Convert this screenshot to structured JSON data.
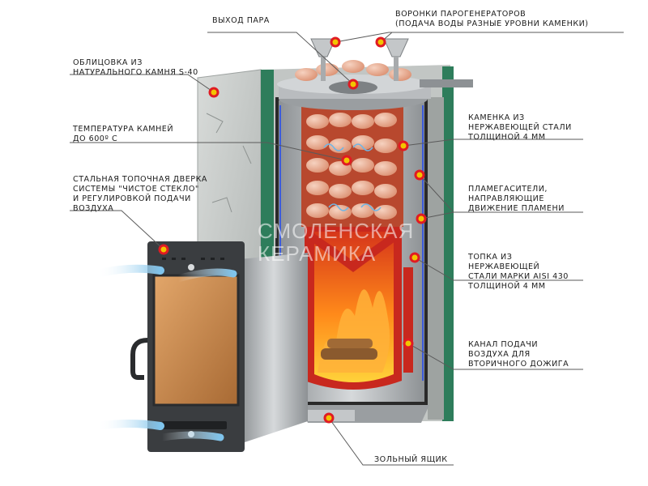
{
  "watermark": "СМОЛЕНСКАЯ КЕРАМИКА",
  "labels": {
    "steam_outlet": [
      "ВЫХОД ПАРА"
    ],
    "steam_funnels": [
      "ВОРОНКИ ПАРОГЕНЕРАТОРОВ",
      "(ПОДАЧА ВОДЫ РАЗНЫЕ УРОВНИ КАМЕНКИ)"
    ],
    "cladding": [
      "ОБЛИЦОВКА ИЗ",
      "НАТУРАЛЬНОГО КАМНЯ S-40"
    ],
    "stone_temp": [
      "ТЕМПЕРАТУРА КАМНЕЙ",
      "ДО 600º С"
    ],
    "door": [
      "СТАЛЬНАЯ ТОПОЧНАЯ ДВЕРКА",
      "СИСТЕМЫ \"ЧИСТОЕ СТЕКЛО\"",
      "И РЕГУЛИРОВКОЙ ПОДАЧИ",
      "ВОЗДУХА"
    ],
    "heater": [
      "КАМЕНКА ИЗ",
      "НЕРЖАВЕЮЩЕЙ СТАЛИ",
      "ТОЛЩИНОЙ 4 ММ"
    ],
    "dampers": [
      "ПЛАМЕГАСИТЕЛИ,",
      "НАПРАВЛЯЮЩИЕ",
      "ДВИЖЕНИЕ ПЛАМЕНИ"
    ],
    "firebox": [
      "ТОПКА ИЗ",
      "НЕРЖАВЕЮЩЕЙ",
      "СТАЛИ МАРКИ AISI 430",
      "ТОЛЩИНОЙ 4 мм"
    ],
    "air_channel": [
      "КАНАЛ ПОДАЧИ",
      "ВОЗДУХА ДЛЯ",
      "ВТОРИЧНОГО ДОЖИГА"
    ],
    "ash_box": [
      "ЗОЛЬНЫЙ ЯЩИК"
    ]
  },
  "colors": {
    "stone": "#c9cdcb",
    "stone_dark": "#9ea3a1",
    "green_trim": "#2e7d5b",
    "steel": "#b9bcbf",
    "steel_dark": "#7d8184",
    "firebox_red": "#c8281e",
    "flame": "#ff8a1a",
    "glass": "#c98a4a",
    "door_frame": "#3a3d40",
    "rocks": "#e8a98c",
    "marker": "#f2c400",
    "marker_ring": "#e01b22",
    "air": "#7fc4ec",
    "leader": "#5a5a5a"
  }
}
